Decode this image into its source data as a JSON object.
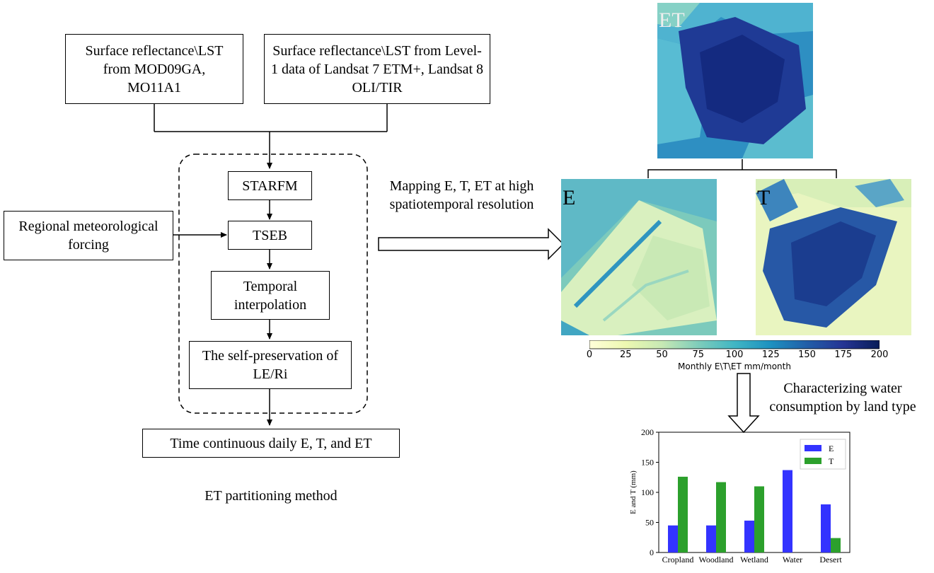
{
  "flow": {
    "modis_box": "Surface reflectance\\LST from MOD09GA, MO11A1",
    "landsat_box": "Surface reflectance\\LST from Level-1 data of Landsat 7 ETM+, Landsat 8 OLI/TIR",
    "starfm": "STARFM",
    "tseb": "TSEB",
    "temporal": "Temporal interpolation",
    "self_pres": "The self-preservation of  LE/Ri",
    "forcing": "Regional meteorological forcing",
    "output": "Time continuous daily E, T, and ET",
    "method_caption": "ET partitioning method"
  },
  "mapping_label": "Mapping E, T, ET at high spatiotemporal resolution",
  "maps": {
    "et_letter": "ET",
    "e_letter": "E",
    "t_letter": "T"
  },
  "colorbar": {
    "ticks": [
      "0",
      "25",
      "50",
      "75",
      "100",
      "125",
      "150",
      "175",
      "200"
    ],
    "title": "Monthly E\\T\\ET mm/month",
    "colors": [
      "#ffffd9",
      "#edf8b1",
      "#c7e9b4",
      "#7fcdbb",
      "#41b6c4",
      "#1d91c0",
      "#225ea8",
      "#253494",
      "#081d58"
    ]
  },
  "char_label": "Characterizing water consumption by land type",
  "chart_data": {
    "type": "bar",
    "categories": [
      "Cropland",
      "Woodland",
      "Wetland",
      "Water",
      "Desert"
    ],
    "series": [
      {
        "name": "E",
        "color": "#3333ff",
        "values": [
          45,
          45,
          53,
          137,
          80
        ]
      },
      {
        "name": "T",
        "color": "#2ca02c",
        "values": [
          126,
          117,
          110,
          0,
          24
        ]
      }
    ],
    "ylabel": "E and T (mm)",
    "ylim": [
      0,
      200
    ],
    "yticks": [
      "0",
      "50",
      "100",
      "150",
      "200"
    ],
    "legend": "top-right"
  }
}
